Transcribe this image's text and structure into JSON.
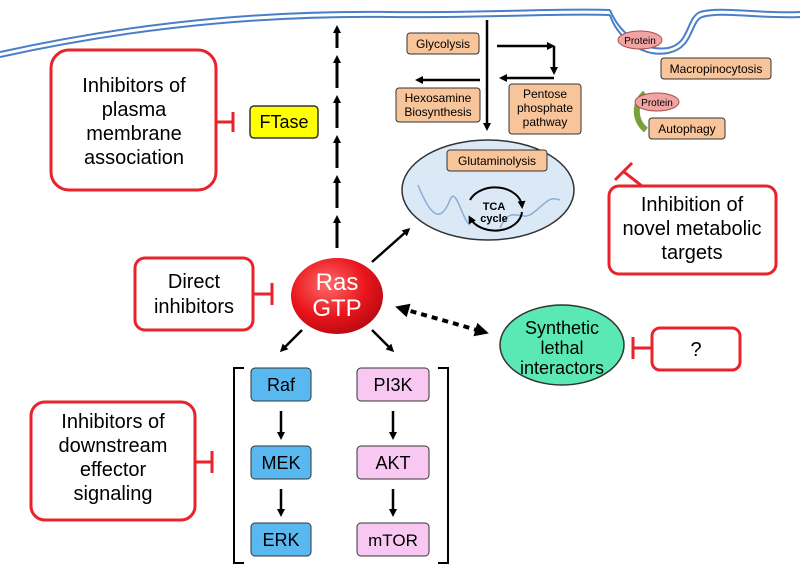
{
  "inhibitors": {
    "membrane": [
      "Inhibitors of",
      "plasma",
      "membrane",
      "association"
    ],
    "direct": [
      "Direct",
      "inhibitors"
    ],
    "downstream": [
      "Inhibitors of",
      "downstream",
      "effector",
      "signaling"
    ],
    "metabolic": [
      "Inhibition of",
      "novel metabolic",
      "targets"
    ],
    "unknown": "?"
  },
  "ras": [
    "Ras",
    "GTP"
  ],
  "ftase": "FTase",
  "metabolism": {
    "glycolysis": "Glycolysis",
    "hexosamine": [
      "Hexosamine",
      "Biosynthesis"
    ],
    "pentose": [
      "Pentose",
      "phosphate",
      "pathway"
    ],
    "glutaminolysis": "Glutaminolysis",
    "tca": [
      "TCA",
      "cycle"
    ]
  },
  "uptake": {
    "protein_1": "Protein",
    "macropinocytosis": "Macropinocytosis",
    "protein_2": "Protein",
    "autophagy": "Autophagy"
  },
  "synthetic_lethal": [
    "Synthetic",
    "lethal",
    "interactors"
  ],
  "raf_pathway": [
    "Raf",
    "MEK",
    "ERK"
  ],
  "pi3k_pathway": [
    "PI3K",
    "AKT",
    "mTOR"
  ],
  "colors": {
    "inhibitor_border": "#e8232a",
    "ras": "#e8151b",
    "ftase": "#ffff00",
    "metabolic_box": "#f8c49a",
    "mitochondrion": "#dbe8f6",
    "synthetic_lethal": "#5ae8b4",
    "raf_pathway": "#5ab8f0",
    "pi3k_pathway": "#f9c8f2",
    "protein": "#f1a4a4",
    "autophagosome": "#7aa03c",
    "membrane": "#4a7fc8"
  }
}
